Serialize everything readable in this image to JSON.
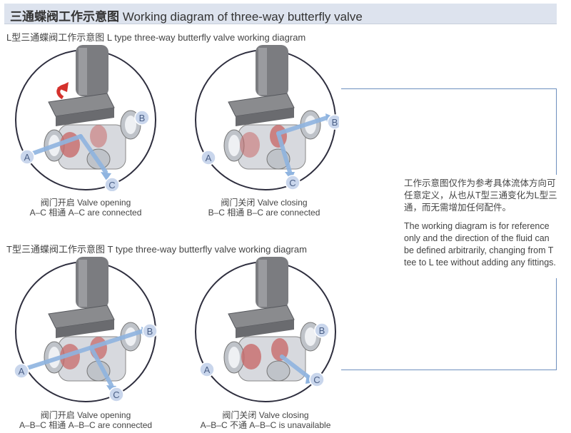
{
  "title": {
    "cn": "三通蝶阀工作示意图",
    "en": "Working diagram of three-way butterfly valve"
  },
  "sections": [
    {
      "heading": "L型三通蝶阀工作示意图 L type three-way butterfly valve working diagram"
    },
    {
      "heading": "T型三通蝶阀工作示意图 T type three-way butterfly valve working diagram"
    }
  ],
  "diagrams": [
    {
      "port_a": "A",
      "port_b": "B",
      "port_c": "C",
      "caption_line1": "阀门开启 Valve opening",
      "caption_line2": "A–C 相通 A–C are connected"
    },
    {
      "port_a": "A",
      "port_b": "B",
      "port_c": "C",
      "caption_line1": "阀门关闭 Valve closing",
      "caption_line2": "B–C 相通 B–C are connected"
    },
    {
      "port_a": "A",
      "port_b": "B",
      "port_c": "C",
      "caption_line1": "阀门开启 Valve opening",
      "caption_line2": "A–B–C 相通 A–B–C are connected"
    },
    {
      "port_a": "A",
      "port_b": "B",
      "port_c": "C",
      "caption_line1": "阀门关闭 Valve closing",
      "caption_line2": "A–B–C 不通 A–B–C is unavailable"
    }
  ],
  "note": {
    "cn": "工作示意图仅作为参考具体流体方向可任意定义，从也从T型三通变化为L型三通，而无需增加任何配件。",
    "en": "The working diagram is for reference only and the direction of the fluid can be defined arbitrarily, changing from T tee to L tee without adding any fittings."
  },
  "colors": {
    "arrow": "#8fb4e0",
    "port_fill": "#c9d6ec",
    "port_text": "#4a5f86",
    "disc": "#c86a6a",
    "rotate_arrow": "#d4312c",
    "bracket": "#6d8fbe"
  }
}
